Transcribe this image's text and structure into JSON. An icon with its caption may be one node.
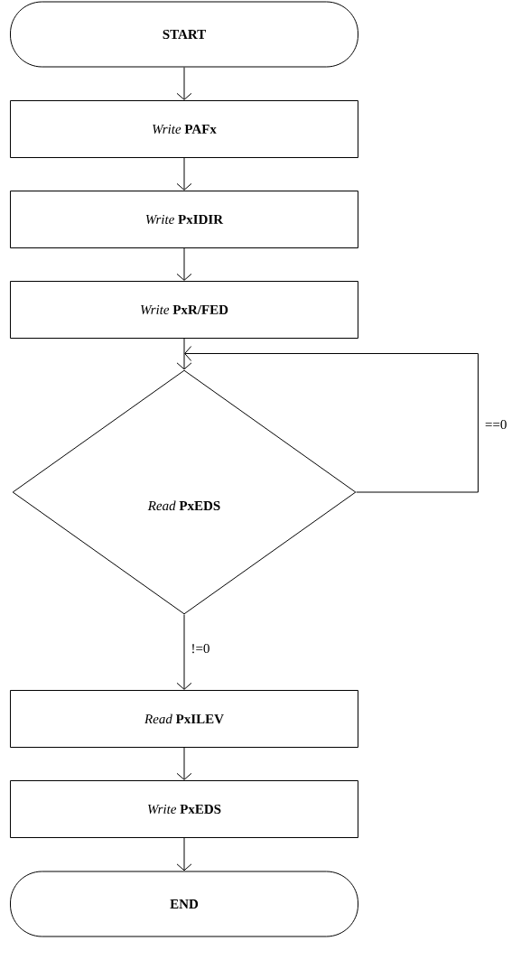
{
  "diagram": {
    "nodes": [
      {
        "text": [
          "START"
        ]
      },
      {
        "text": [
          "*Write* **PAFx**"
        ]
      },
      {
        "text": [
          "*Write* **PxIDIR**"
        ]
      },
      {
        "text": [
          "*Write* **PxR/FED**"
        ]
      },
      {
        "text": [
          "*Read* **PxEDS**"
        ]
      },
      {
        "text": [
          "*Read* **PxILEV**"
        ]
      },
      {
        "text": [
          "*Write* **PxEDS**"
        ]
      },
      {
        "text": [
          "END"
        ]
      }
    ],
    "edges": [
      {
        "from": 0,
        "to": 1,
        "arrow": "to"
      },
      {
        "from": 1,
        "to": 2,
        "arrow": "to"
      },
      {
        "from": 2,
        "to": 3,
        "arrow": "to"
      },
      {
        "from": 3,
        "to": 4,
        "arrow": "to"
      },
      {
        "from": 4,
        "to": 4,
        "arrow": "to",
        "label": "==0"
      },
      {
        "from": 4,
        "to": 5,
        "arrow": "to",
        "label": "!=0"
      },
      {
        "from": 5,
        "to": 6,
        "arrow": "to"
      },
      {
        "from": 6,
        "to": 7,
        "arrow": "to"
      }
    ]
  }
}
